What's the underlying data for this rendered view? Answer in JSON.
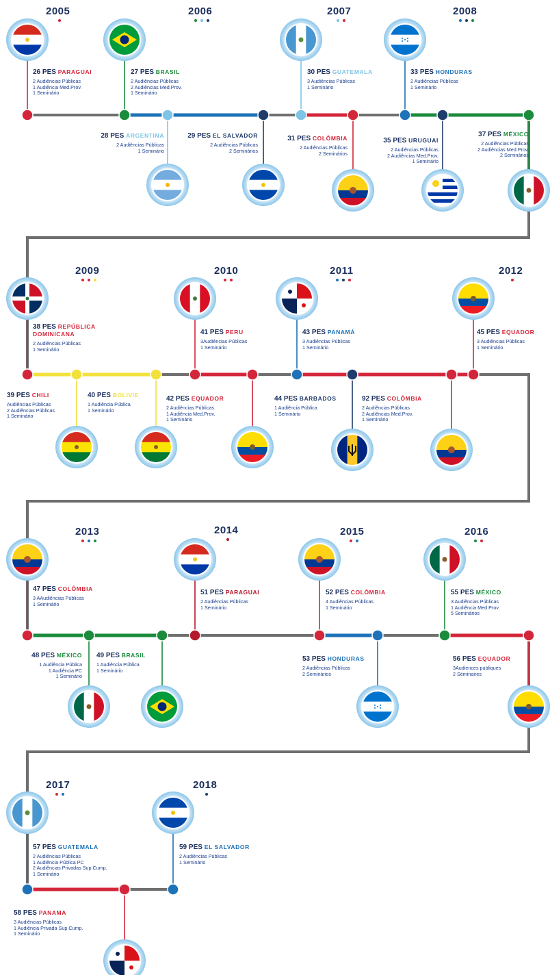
{
  "colors": {
    "track": "#6f6f6f",
    "red": "#d4263a",
    "lightblue": "#7ec4e6",
    "blue": "#1d72b8",
    "navy": "#1f3c6d",
    "green": "#1b8b3c",
    "yellow": "#f2e13a",
    "darkred": "#b5192c"
  },
  "years": [
    {
      "label": "2005",
      "dots": [
        "red"
      ]
    },
    {
      "label": "2006",
      "dots": [
        "green",
        "lightblue",
        "navy"
      ]
    },
    {
      "label": "2007",
      "dots": [
        "lightblue",
        "red"
      ]
    },
    {
      "label": "2008",
      "dots": [
        "blue",
        "navy",
        "green"
      ]
    },
    {
      "label": "2009",
      "dots": [
        "red",
        "red",
        "yellow"
      ]
    },
    {
      "label": "2010",
      "dots": [
        "red",
        "red"
      ]
    },
    {
      "label": "2011",
      "dots": [
        "blue",
        "navy",
        "red"
      ]
    },
    {
      "label": "2012",
      "dots": [
        "red"
      ]
    },
    {
      "label": "2013",
      "dots": [
        "red",
        "blue",
        "green"
      ]
    },
    {
      "label": "2014",
      "dots": [
        "darkred"
      ]
    },
    {
      "label": "2015",
      "dots": [
        "red",
        "blue"
      ]
    },
    {
      "label": "2016",
      "dots": [
        "green",
        "red"
      ]
    },
    {
      "label": "2017",
      "dots": [
        "red",
        "blue"
      ]
    },
    {
      "label": "2018",
      "dots": [
        "navy"
      ]
    }
  ],
  "events": [
    {
      "num": "26 PES",
      "country": "PARAGUAI",
      "color": "red",
      "flag": "paraguay-flag",
      "details": [
        "2 Audiências Públicas",
        "1 Audiência Med.Prov.",
        "1 Seminário"
      ]
    },
    {
      "num": "27 PES",
      "country": "BRASIL",
      "color": "green",
      "flag": "brazil-flag",
      "details": [
        "2 Audiências Públicas",
        "2 Audiências Med.Prov.",
        "1 Seminário"
      ]
    },
    {
      "num": "28 PES",
      "country": "ARGENTINA",
      "color": "lightblue",
      "flag": "argentina-flag",
      "details": [
        "2 Audiências Públicas",
        "1 Seminário"
      ]
    },
    {
      "num": "29 PES",
      "country": "EL SALVADOR",
      "color": "navy",
      "flag": "el-salvador-flag",
      "details": [
        "2 Audiências Públicas",
        "2 Seminários"
      ]
    },
    {
      "num": "30 PES",
      "country": "GUATEMALA",
      "color": "lightblue",
      "flag": "guatemala-flag",
      "details": [
        "3 Audiências Públicas",
        "1 Seminário"
      ]
    },
    {
      "num": "31 PES",
      "country": "COLÔMBIA",
      "color": "red",
      "flag": "colombia-flag",
      "details": [
        "2 Audiências Públicas",
        "2 Seminários"
      ]
    },
    {
      "num": "33 PES",
      "country": "HONDURAS",
      "color": "blue",
      "flag": "honduras-flag",
      "details": [
        "2 Audiências Públicas",
        "1 Seminário"
      ]
    },
    {
      "num": "35 PES",
      "country": "URUGUAI",
      "color": "navy",
      "flag": "uruguay-flag",
      "details": [
        "2 Audiências Públicas",
        "2 Audiências Med.Prov.",
        "1 Seminário"
      ]
    },
    {
      "num": "37 PES",
      "country": "MÉXICO",
      "color": "green",
      "flag": "mexico-flag",
      "details": [
        "2 Audiências Públicas",
        "2 Audiências Med.Prov.",
        "2 Seminários"
      ]
    },
    {
      "num": "38 PES",
      "country": "REPÚBLICA\nDOMINICANA",
      "color": "red",
      "flag": "dominican-republic-flag",
      "details": [
        "2 Audiências Públicas",
        "1 Seminário"
      ]
    },
    {
      "num": "39 PES",
      "country": "CHILI",
      "color": "red",
      "flag": "chile-flag",
      "details": [
        "Audiências Públicas",
        "2 Audiências Públicas",
        "1 Seminário"
      ]
    },
    {
      "num": "40 PES",
      "country": "BOLIVIE",
      "color": "yellow",
      "flag": "bolivia-flag",
      "details": [
        "1 Audiência Pública",
        "1 Seminário"
      ]
    },
    {
      "num": "41 PES",
      "country": "PERU",
      "color": "red",
      "flag": "peru-flag",
      "details": [
        "3Audiências Públicas",
        "1 Seminário"
      ]
    },
    {
      "num": "42 PES",
      "country": "EQUADOR",
      "color": "red",
      "flag": "ecuador-flag",
      "details": [
        "2 Audiências Públicas",
        "1 Audiência Med.Prov.",
        "1 Seminário"
      ]
    },
    {
      "num": "43 PES",
      "country": "PANAMÁ",
      "color": "blue",
      "flag": "panama-flag",
      "details": [
        "3 Audiências Públicas",
        "1 Seminário"
      ]
    },
    {
      "num": "44 PES",
      "country": "BARBADOS",
      "color": "navy",
      "flag": "barbados-flag",
      "details": [
        "1 Audiência Pública",
        "1 Seminário"
      ]
    },
    {
      "num": "92 PES",
      "country": "COLÔMBIA",
      "color": "red",
      "flag": "colombia-flag",
      "details": [
        "2 Audiências Públicas",
        "2 Audiências Med.Prov.",
        "1 Seminário"
      ]
    },
    {
      "num": "45 PES",
      "country": "EQUADOR",
      "color": "red",
      "flag": "ecuador-flag",
      "details": [
        "3 Audiências Públicas",
        "1 Seminário"
      ]
    },
    {
      "num": "47 PES",
      "country": "COLÔMBIA",
      "color": "red",
      "flag": "colombia-flag",
      "details": [
        "3 AAudiências Públicas",
        "1 Seminário"
      ]
    },
    {
      "num": "48 PES",
      "country": "MÉXICO",
      "color": "green",
      "flag": "mexico-flag",
      "details": [
        "1 Audiência Pública",
        "1 Audiência PC",
        "1 Seminário"
      ]
    },
    {
      "num": "49 PES",
      "country": "BRASIL",
      "color": "green",
      "flag": "brazil-flag",
      "details": [
        "1 Audiência Pública",
        "1 Seminário"
      ]
    },
    {
      "num": "51 PES",
      "country": "PARAGUAI",
      "color": "darkred",
      "flag": "paraguay-flag",
      "details": [
        "2 Audiências Públicas",
        "1 Seminário"
      ]
    },
    {
      "num": "52 PES",
      "country": "COLÔMBIA",
      "color": "red",
      "flag": "colombia-flag",
      "details": [
        "4 Audiências Públicas",
        "1 Seminário"
      ]
    },
    {
      "num": "53 PES",
      "country": "HONDURAS",
      "color": "blue",
      "flag": "honduras-flag",
      "details": [
        "2 Audiências Públicas",
        "2 Seminários"
      ]
    },
    {
      "num": "55 PES",
      "country": "MÉXICO",
      "color": "green",
      "flag": "mexico-flag",
      "details": [
        "3 Audiências Públicas",
        "1 Audiência Med.Prov.",
        "5 Seminários"
      ]
    },
    {
      "num": "56 PES",
      "country": "EQUADOR",
      "color": "red",
      "flag": "ecuador-flag",
      "details": [
        "3Audiences publiques",
        "2 Séminaires"
      ]
    },
    {
      "num": "57 PES",
      "country": "GUATEMALA",
      "color": "blue",
      "flag": "guatemala-flag",
      "details": [
        "2 Audiências Públicas",
        "1 Audiência Pública PC",
        "2 Audiências Privadas Sup.Cump.",
        "1 Seminário"
      ]
    },
    {
      "num": "58 PES",
      "country": "PANAMA",
      "color": "red",
      "flag": "panama-flag",
      "details": [
        "3 Audiências Públicas",
        "1 Audiência Privada Sup.Cump.",
        "1 Seminário"
      ]
    },
    {
      "num": "59 PES",
      "country": "EL SALVADOR",
      "color": "blue",
      "flag": "el-salvador-flag",
      "details": [
        "2 Audiências Públicas",
        "1 Seminário"
      ]
    }
  ]
}
